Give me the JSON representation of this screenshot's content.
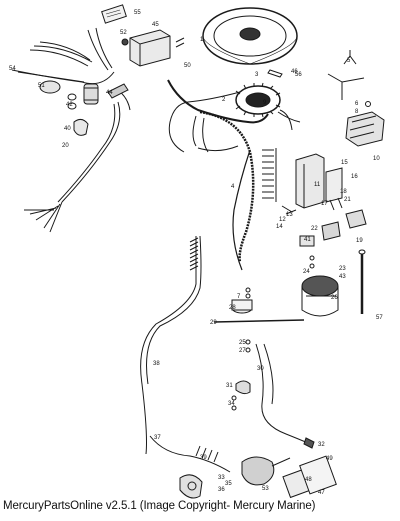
{
  "caption": "MercuryPartsOnline v2.5.1 (Image Copyright- Mercury Marine)",
  "callouts": {
    "c1": "1",
    "c2": "2",
    "c3": "3",
    "c4": "4",
    "c5": "5",
    "c6": "6",
    "c7": "7",
    "c8": "8",
    "c9": "9",
    "c10": "10",
    "c11": "11",
    "c12": "12",
    "c13": "13",
    "c14": "14",
    "c15": "15",
    "c16": "16",
    "c17": "17",
    "c18": "18",
    "c19": "19",
    "c20": "20",
    "c21": "21",
    "c22": "22",
    "c23": "23",
    "c24": "24",
    "c25": "25",
    "c26": "26",
    "c27": "27",
    "c28": "28",
    "c29": "29",
    "c30": "30",
    "c31": "31",
    "c32": "32",
    "c33": "33",
    "c34": "34",
    "c35": "35",
    "c36": "36",
    "c37": "37",
    "c38": "38",
    "c39": "39",
    "c40": "40",
    "c41": "41",
    "c42": "42",
    "c43": "43",
    "c44": "44",
    "c45": "45",
    "c46": "46",
    "c47": "47",
    "c48": "48",
    "c49": "49",
    "c50": "50",
    "c51": "51",
    "c52": "52",
    "c53": "53",
    "c54": "54",
    "c55": "55",
    "c56": "56",
    "c57": "57"
  }
}
